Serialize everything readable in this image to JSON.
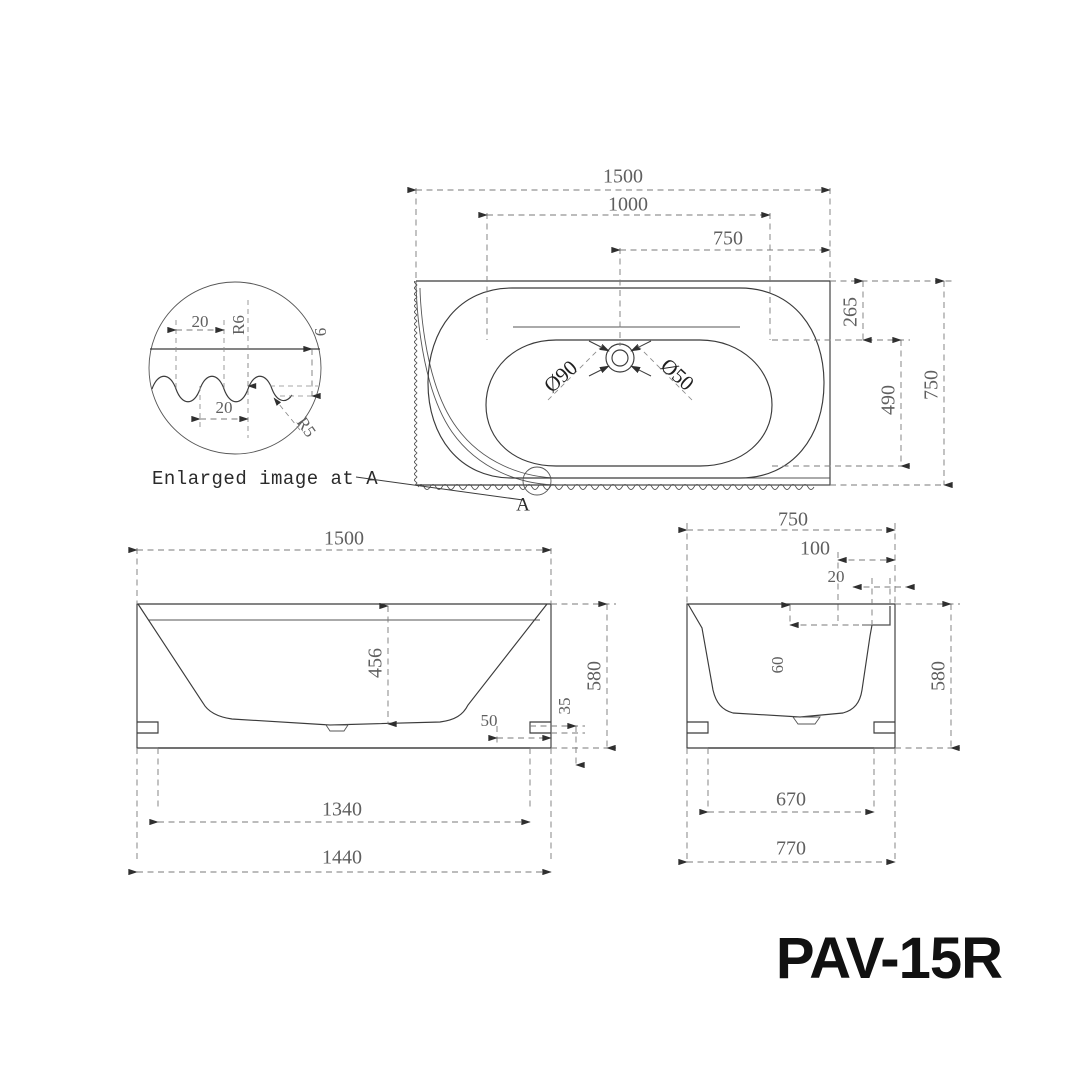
{
  "sheet": {
    "model_title": "PAV-15R",
    "background": "#ffffff",
    "line_color": "#3b3b3b",
    "dim_color": "#7a7a7a",
    "text_color": "#5f5f5f"
  },
  "detail_view": {
    "label": "Enlarged image at A",
    "callout_letter": "A",
    "dims": {
      "top_pitch": "20",
      "bottom_pitch": "20",
      "radius_crest": "R6",
      "radius_trough": "R5",
      "wave_depth": "6"
    }
  },
  "plan_view": {
    "name": "plan-view",
    "dims": {
      "overall_length": "1500",
      "inner_length": "1000",
      "drain_offset": "750",
      "rim_to_inner": "265",
      "inner_width": "490",
      "overall_width": "750"
    },
    "drain": {
      "outer_label": "Ø90",
      "inner_label": "Ø50"
    },
    "callout_letter": "A"
  },
  "front_view": {
    "name": "front-elevation",
    "dims": {
      "overall_length": "1500",
      "inner_depth": "456",
      "overall_height": "580",
      "plinth_inset": "50",
      "plinth_height": "35",
      "foot_inner": "1340",
      "foot_outer": "1440"
    }
  },
  "side_view": {
    "name": "side-elevation",
    "dims": {
      "overall_width": "750",
      "rim_inset": "100",
      "rim_thickness": "20",
      "rim_drop": "60",
      "overall_height": "580",
      "foot_inner": "670",
      "foot_outer": "770"
    }
  }
}
